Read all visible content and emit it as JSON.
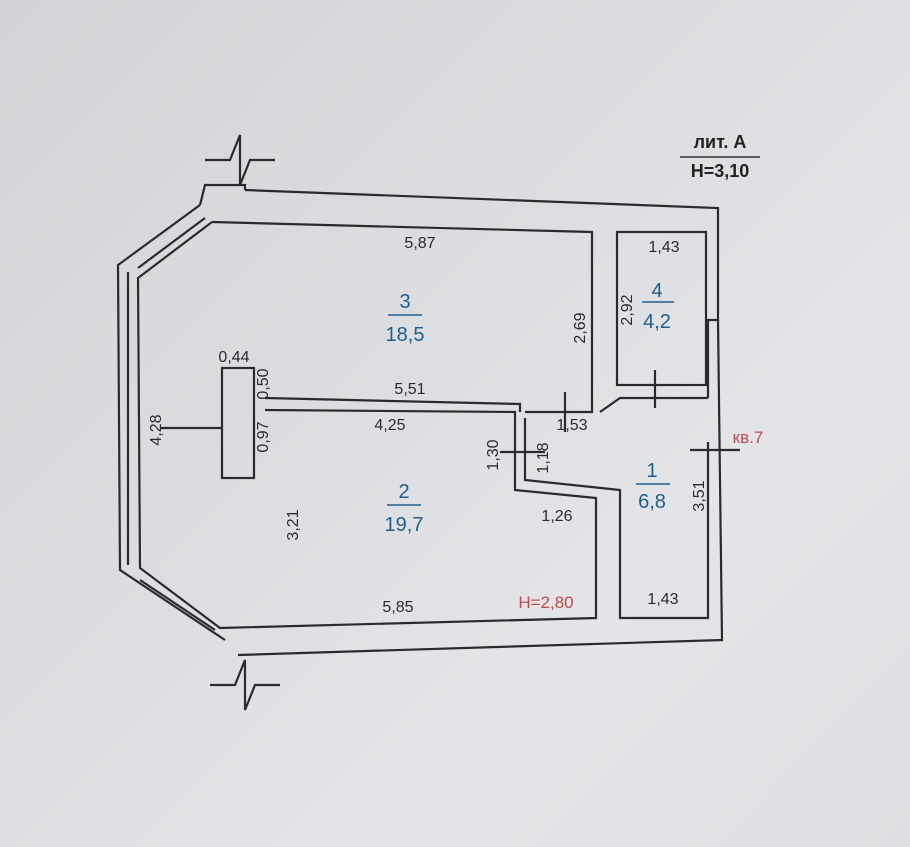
{
  "header": {
    "letter": "лит. А",
    "height": "H=3,10"
  },
  "rooms": [
    {
      "number": "3",
      "area": "18,5"
    },
    {
      "number": "2",
      "area": "19,7"
    },
    {
      "number": "1",
      "area": "6,8"
    },
    {
      "number": "4",
      "area": "4,2"
    }
  ],
  "dimensions": {
    "r3_top": "5,87",
    "r3_right": "2,69",
    "r3_bottom": "5,51",
    "pillar_w": "0,44",
    "pillar_a": "0,50",
    "pillar_b": "0,97",
    "left_wall": "4,28",
    "r2_top": "4,25",
    "r2_left": "3,21",
    "r2_bottom": "5,85",
    "r2_step": "1,26",
    "door_130": "1,30",
    "door_118": "1,18",
    "hall_153": "1,53",
    "r1_right": "3,51",
    "r1_bottom": "1,43",
    "r4_top": "1,43",
    "r4_left": "2,92"
  },
  "labels": {
    "apartment": "кв.7",
    "room_height": "H=2,80"
  },
  "colors": {
    "room_label": "#1f5f8f",
    "red_label": "#c24a4a",
    "line": "#2b2b2e"
  }
}
